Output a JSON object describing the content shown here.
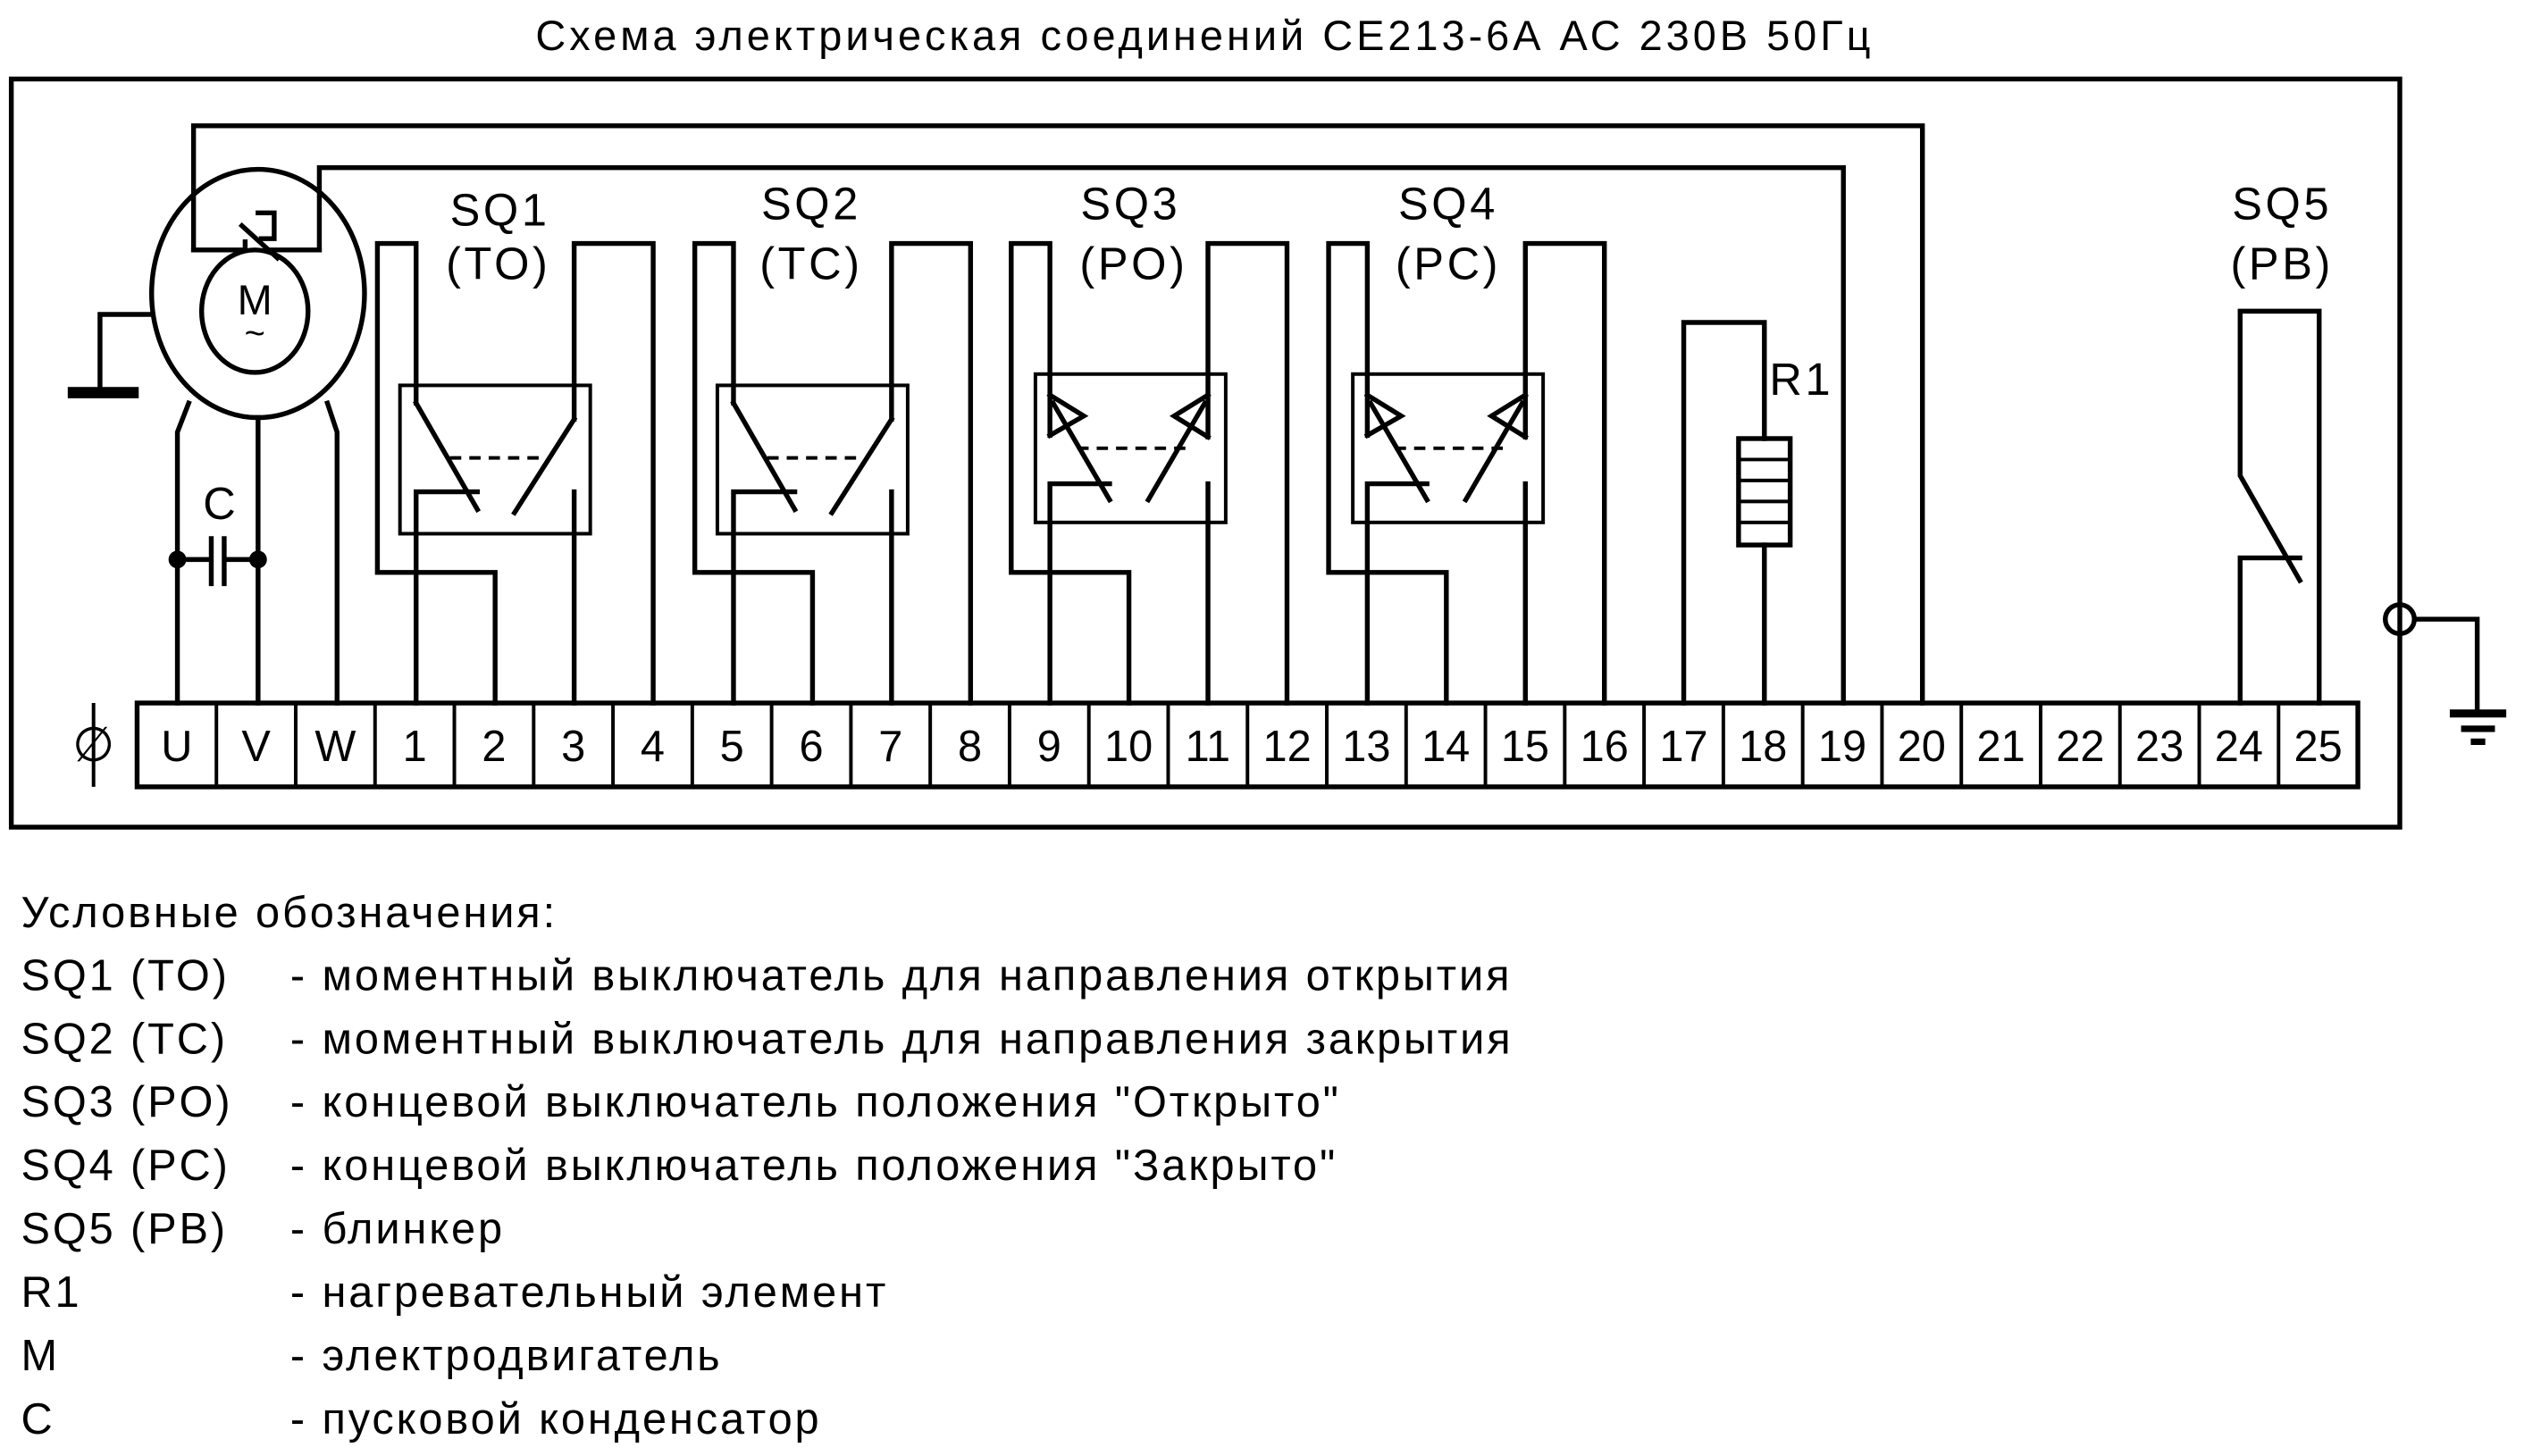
{
  "title": "Схема электрическая соединений СЕ213-6А  АС 230В 50Гц",
  "components": {
    "motor": {
      "symbol": "M",
      "ac": "~"
    },
    "capacitor": "C",
    "sq1": {
      "name": "SQ1",
      "code": "(TO)"
    },
    "sq2": {
      "name": "SQ2",
      "code": "(TC)"
    },
    "sq3": {
      "name": "SQ3",
      "code": "(PO)"
    },
    "sq4": {
      "name": "SQ4",
      "code": "(PC)"
    },
    "sq5": {
      "name": "SQ5",
      "code": "(PB)"
    },
    "r1": "R1"
  },
  "terminal_block": {
    "ground_symbol": "∅",
    "terminals": [
      "U",
      "V",
      "W",
      "1",
      "2",
      "3",
      "4",
      "5",
      "6",
      "7",
      "8",
      "9",
      "10",
      "11",
      "12",
      "13",
      "14",
      "15",
      "16",
      "17",
      "18",
      "19",
      "20",
      "21",
      "22",
      "23",
      "24",
      "25"
    ]
  },
  "legend": {
    "heading": "Условные обозначения:",
    "rows": [
      {
        "code": "SQ1 (TO)",
        "desc": "- моментный выключатель для направления открытия"
      },
      {
        "code": "SQ2 (TC)",
        "desc": "- моментный выключатель для направления закрытия"
      },
      {
        "code": "SQ3 (PO)",
        "desc": "- концевой выключатель положения \"Открыто\""
      },
      {
        "code": "SQ4 (PC)",
        "desc": "- концевой выключатель положения \"Закрыто\""
      },
      {
        "code": "SQ5 (PB)",
        "desc": "- блинкер"
      },
      {
        "code": "R1",
        "desc": "- нагревательный элемент"
      },
      {
        "code": "M",
        "desc": "- электродвигатель"
      },
      {
        "code": "C",
        "desc": "- пусковой конденсатор"
      }
    ]
  }
}
